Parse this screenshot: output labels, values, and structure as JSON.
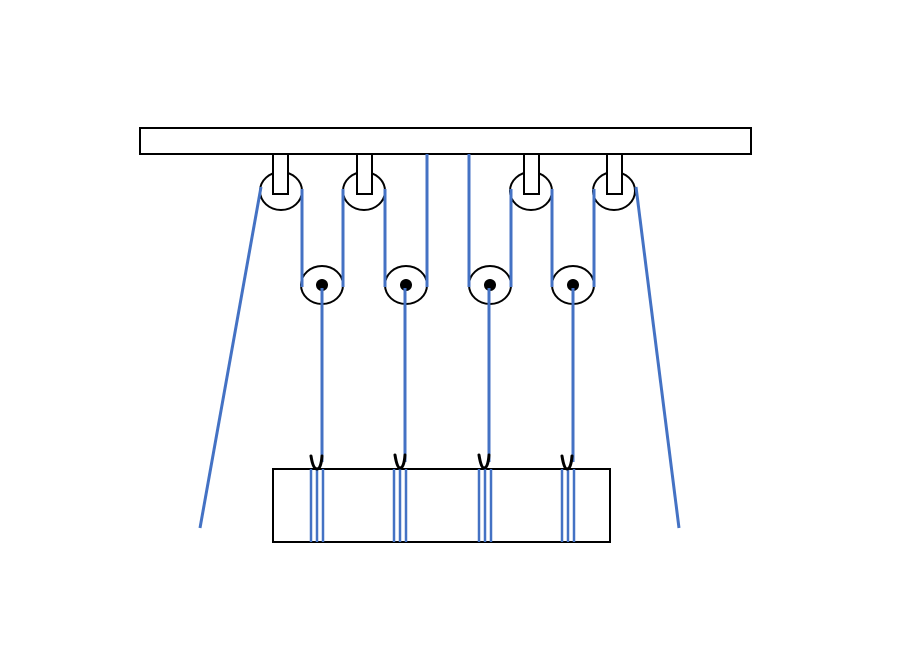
{
  "diagram": {
    "type": "pulley-system",
    "colors": {
      "rope": "#4472C4",
      "outline": "#000000",
      "background": "#FFFFFF",
      "axle": "#000000"
    },
    "components": {
      "ceiling_beam": "ceiling-beam",
      "fixed_pulleys": [
        "fixed-pulley-1",
        "fixed-pulley-2",
        "fixed-pulley-3",
        "fixed-pulley-4"
      ],
      "movable_pulleys": [
        "movable-pulley-1",
        "movable-pulley-2",
        "movable-pulley-3",
        "movable-pulley-4"
      ],
      "load_block": "load-block",
      "hooks": [
        "hook-1",
        "hook-2",
        "hook-3",
        "hook-4"
      ]
    },
    "icons": {
      "pulley": "pulley-wheel-icon",
      "hook": "hook-icon"
    }
  }
}
